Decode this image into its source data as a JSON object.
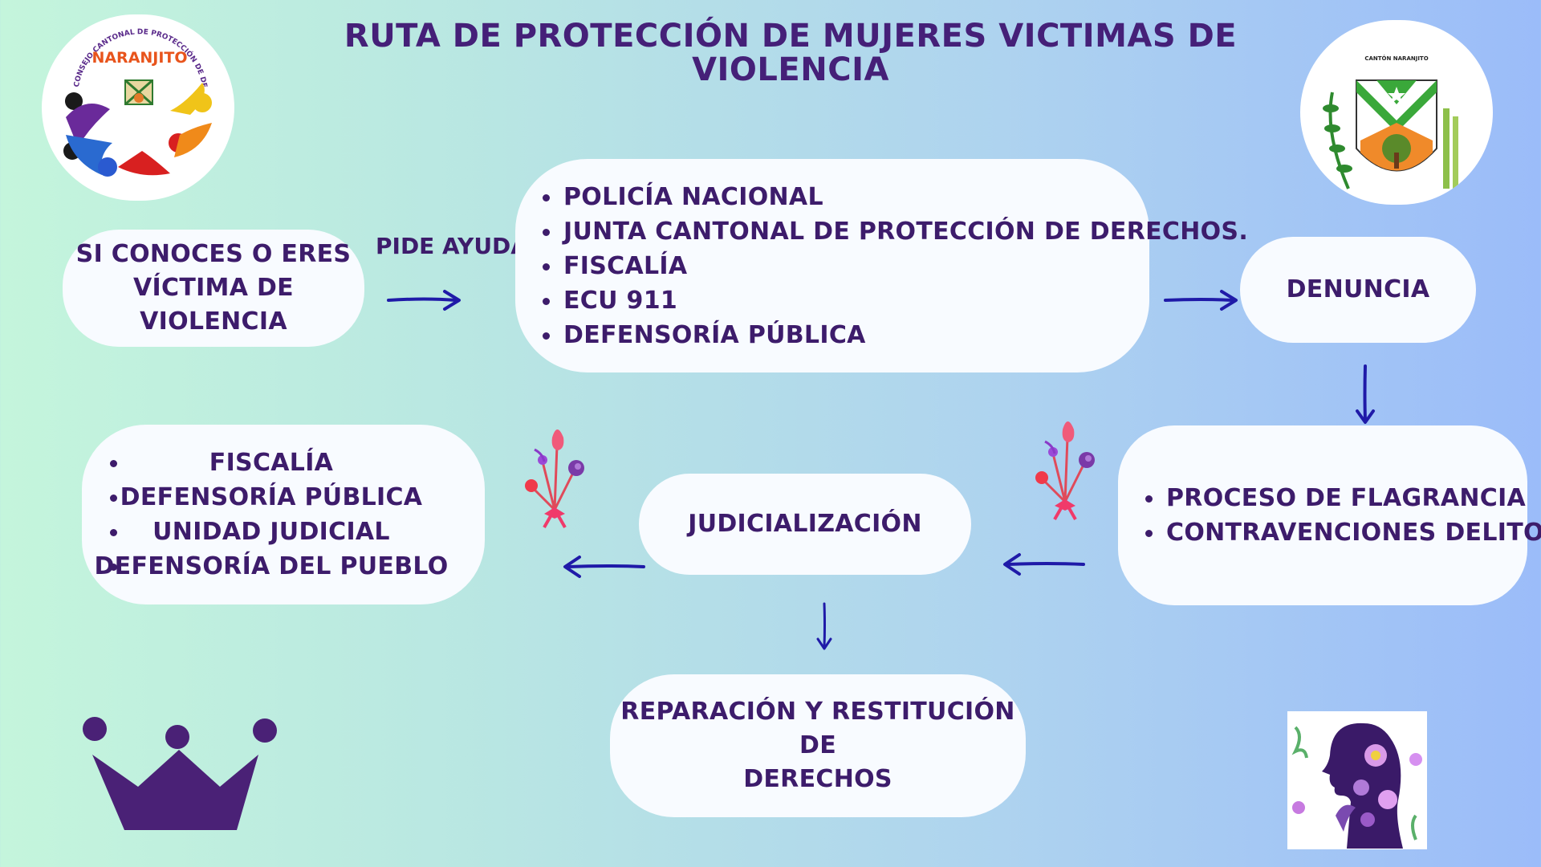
{
  "title": "RUTA DE PROTECCIÓN DE MUJERES VICTIMAS DE VIOLENCIA",
  "logo_left": {
    "arc_text": "CONSEJO CANTONAL DE PROTECCIÓN DE DERECHOS",
    "name": "NARANJITO"
  },
  "logo_right": {
    "top_text": "CANTÓN NARANJITO"
  },
  "start": {
    "line1": "SI CONOCES O ERES",
    "line2": "VÍCTIMA DE VIOLENCIA"
  },
  "pide_ayuda": "PIDE AYUDA",
  "help_list": [
    "POLICÍA NACIONAL",
    "JUNTA CANTONAL DE PROTECCIÓN DE DERECHOS.",
    "FISCALÍA",
    "ECU 911",
    "DEFENSORÍA PÚBLICA"
  ],
  "denuncia": "DENUNCIA",
  "proceso_list": [
    "PROCESO DE FLAGRANCIA",
    "CONTRAVENCIONES DELITOS"
  ],
  "judicializacion": "JUDICIALIZACIÓN",
  "institutions_list": [
    "FISCALÍA",
    "DEFENSORÍA PÚBLICA",
    "UNIDAD JUDICIAL",
    "DEFENSORÍA DEL PUEBLO"
  ],
  "reparacion": {
    "line1": "REPARACIÓN Y RESTITUCIÓN DE",
    "line2": "DERECHOS"
  },
  "colors": {
    "text": "#3d1c6b",
    "arrow": "#1f1aa8",
    "crown": "#4a2176",
    "box": "#f8fbff"
  }
}
